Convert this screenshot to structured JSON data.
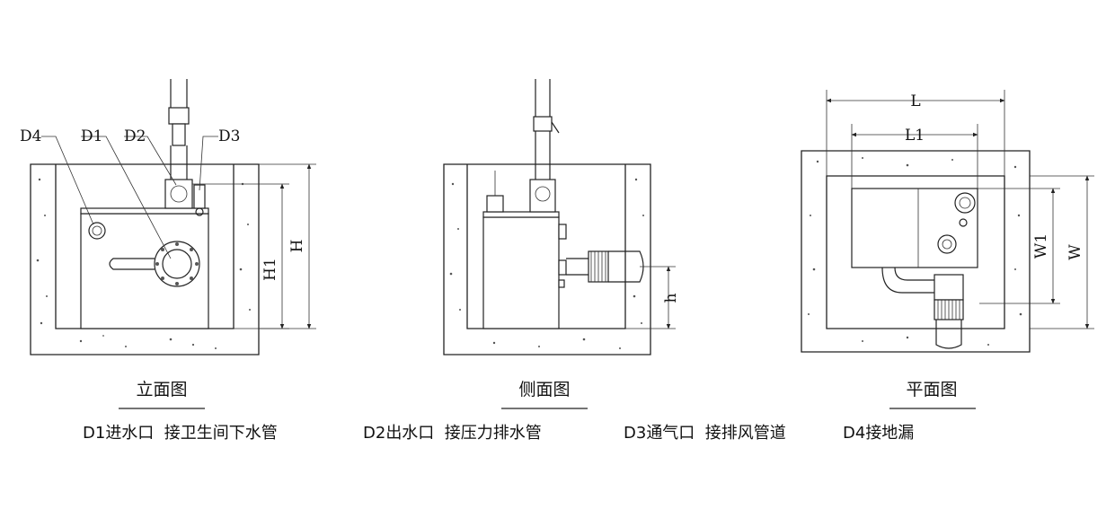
{
  "views": {
    "front": {
      "caption": "立面图",
      "labels": {
        "d4": "D4",
        "d1": "D1",
        "d2": "D2",
        "d3": "D3",
        "h1": "H1",
        "h": "H"
      }
    },
    "side": {
      "caption": "侧面图",
      "labels": {
        "h": "h"
      }
    },
    "plan": {
      "caption": "平面图",
      "labels": {
        "l": "L",
        "l1": "L1",
        "w1": "W1",
        "w": "W"
      }
    }
  },
  "legend": {
    "d1": "D1进水口  接卫生间下水管",
    "d2": "D2出水口  接压力排水管",
    "d3": "D3通气口  接排风管道",
    "d4": "D4接地漏"
  },
  "colors": {
    "line": "#222222",
    "background": "#ffffff"
  }
}
